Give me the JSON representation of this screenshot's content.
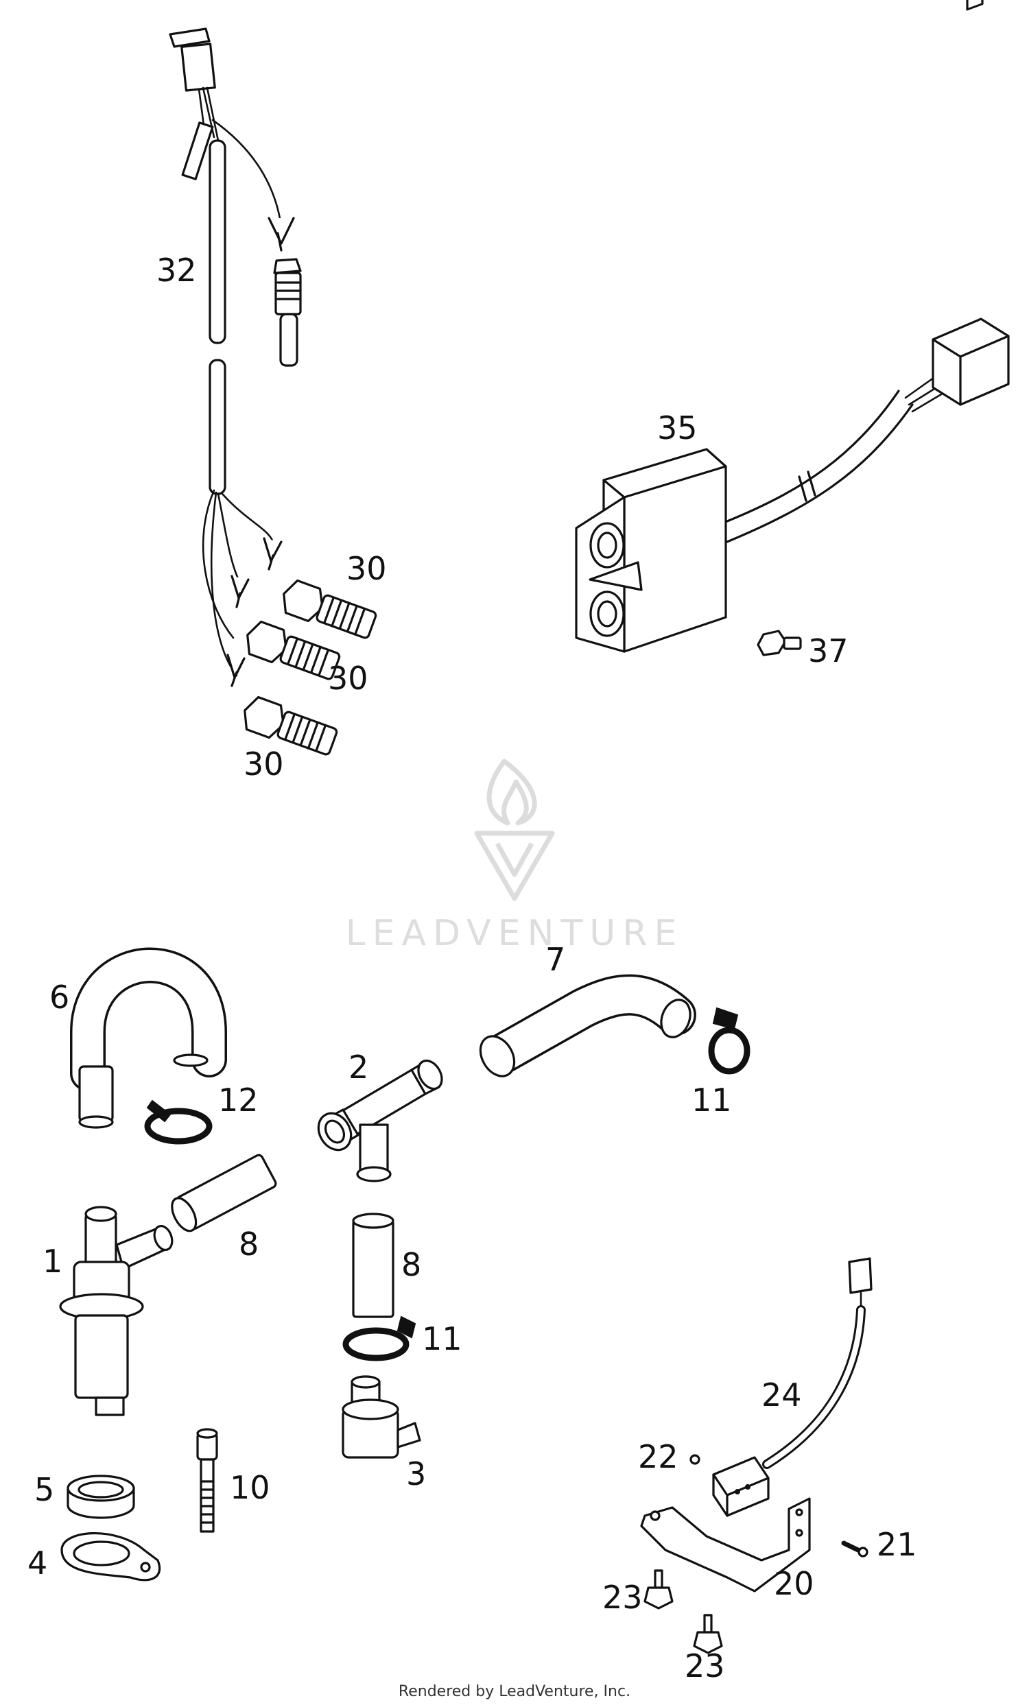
{
  "callouts": {
    "c32": "32",
    "c35": "35",
    "c37": "37",
    "c30a": "30",
    "c30b": "30",
    "c30c": "30",
    "c6": "6",
    "c7": "7",
    "c2": "2",
    "c12": "12",
    "c11a": "11",
    "c8a": "8",
    "c1": "1",
    "c8b": "8",
    "c11b": "11",
    "c24": "24",
    "c22": "22",
    "c3": "3",
    "c5": "5",
    "c10": "10",
    "c4": "4",
    "c21": "21",
    "c20": "20",
    "c23a": "23",
    "c23b": "23"
  },
  "watermark": {
    "brand": "LEADVENTURE",
    "icon": "flame-v-logo"
  },
  "footer": {
    "credit": "Rendered by LeadVenture, Inc."
  },
  "colors": {
    "line": "#111111",
    "watermark": "#dcdcdc"
  }
}
